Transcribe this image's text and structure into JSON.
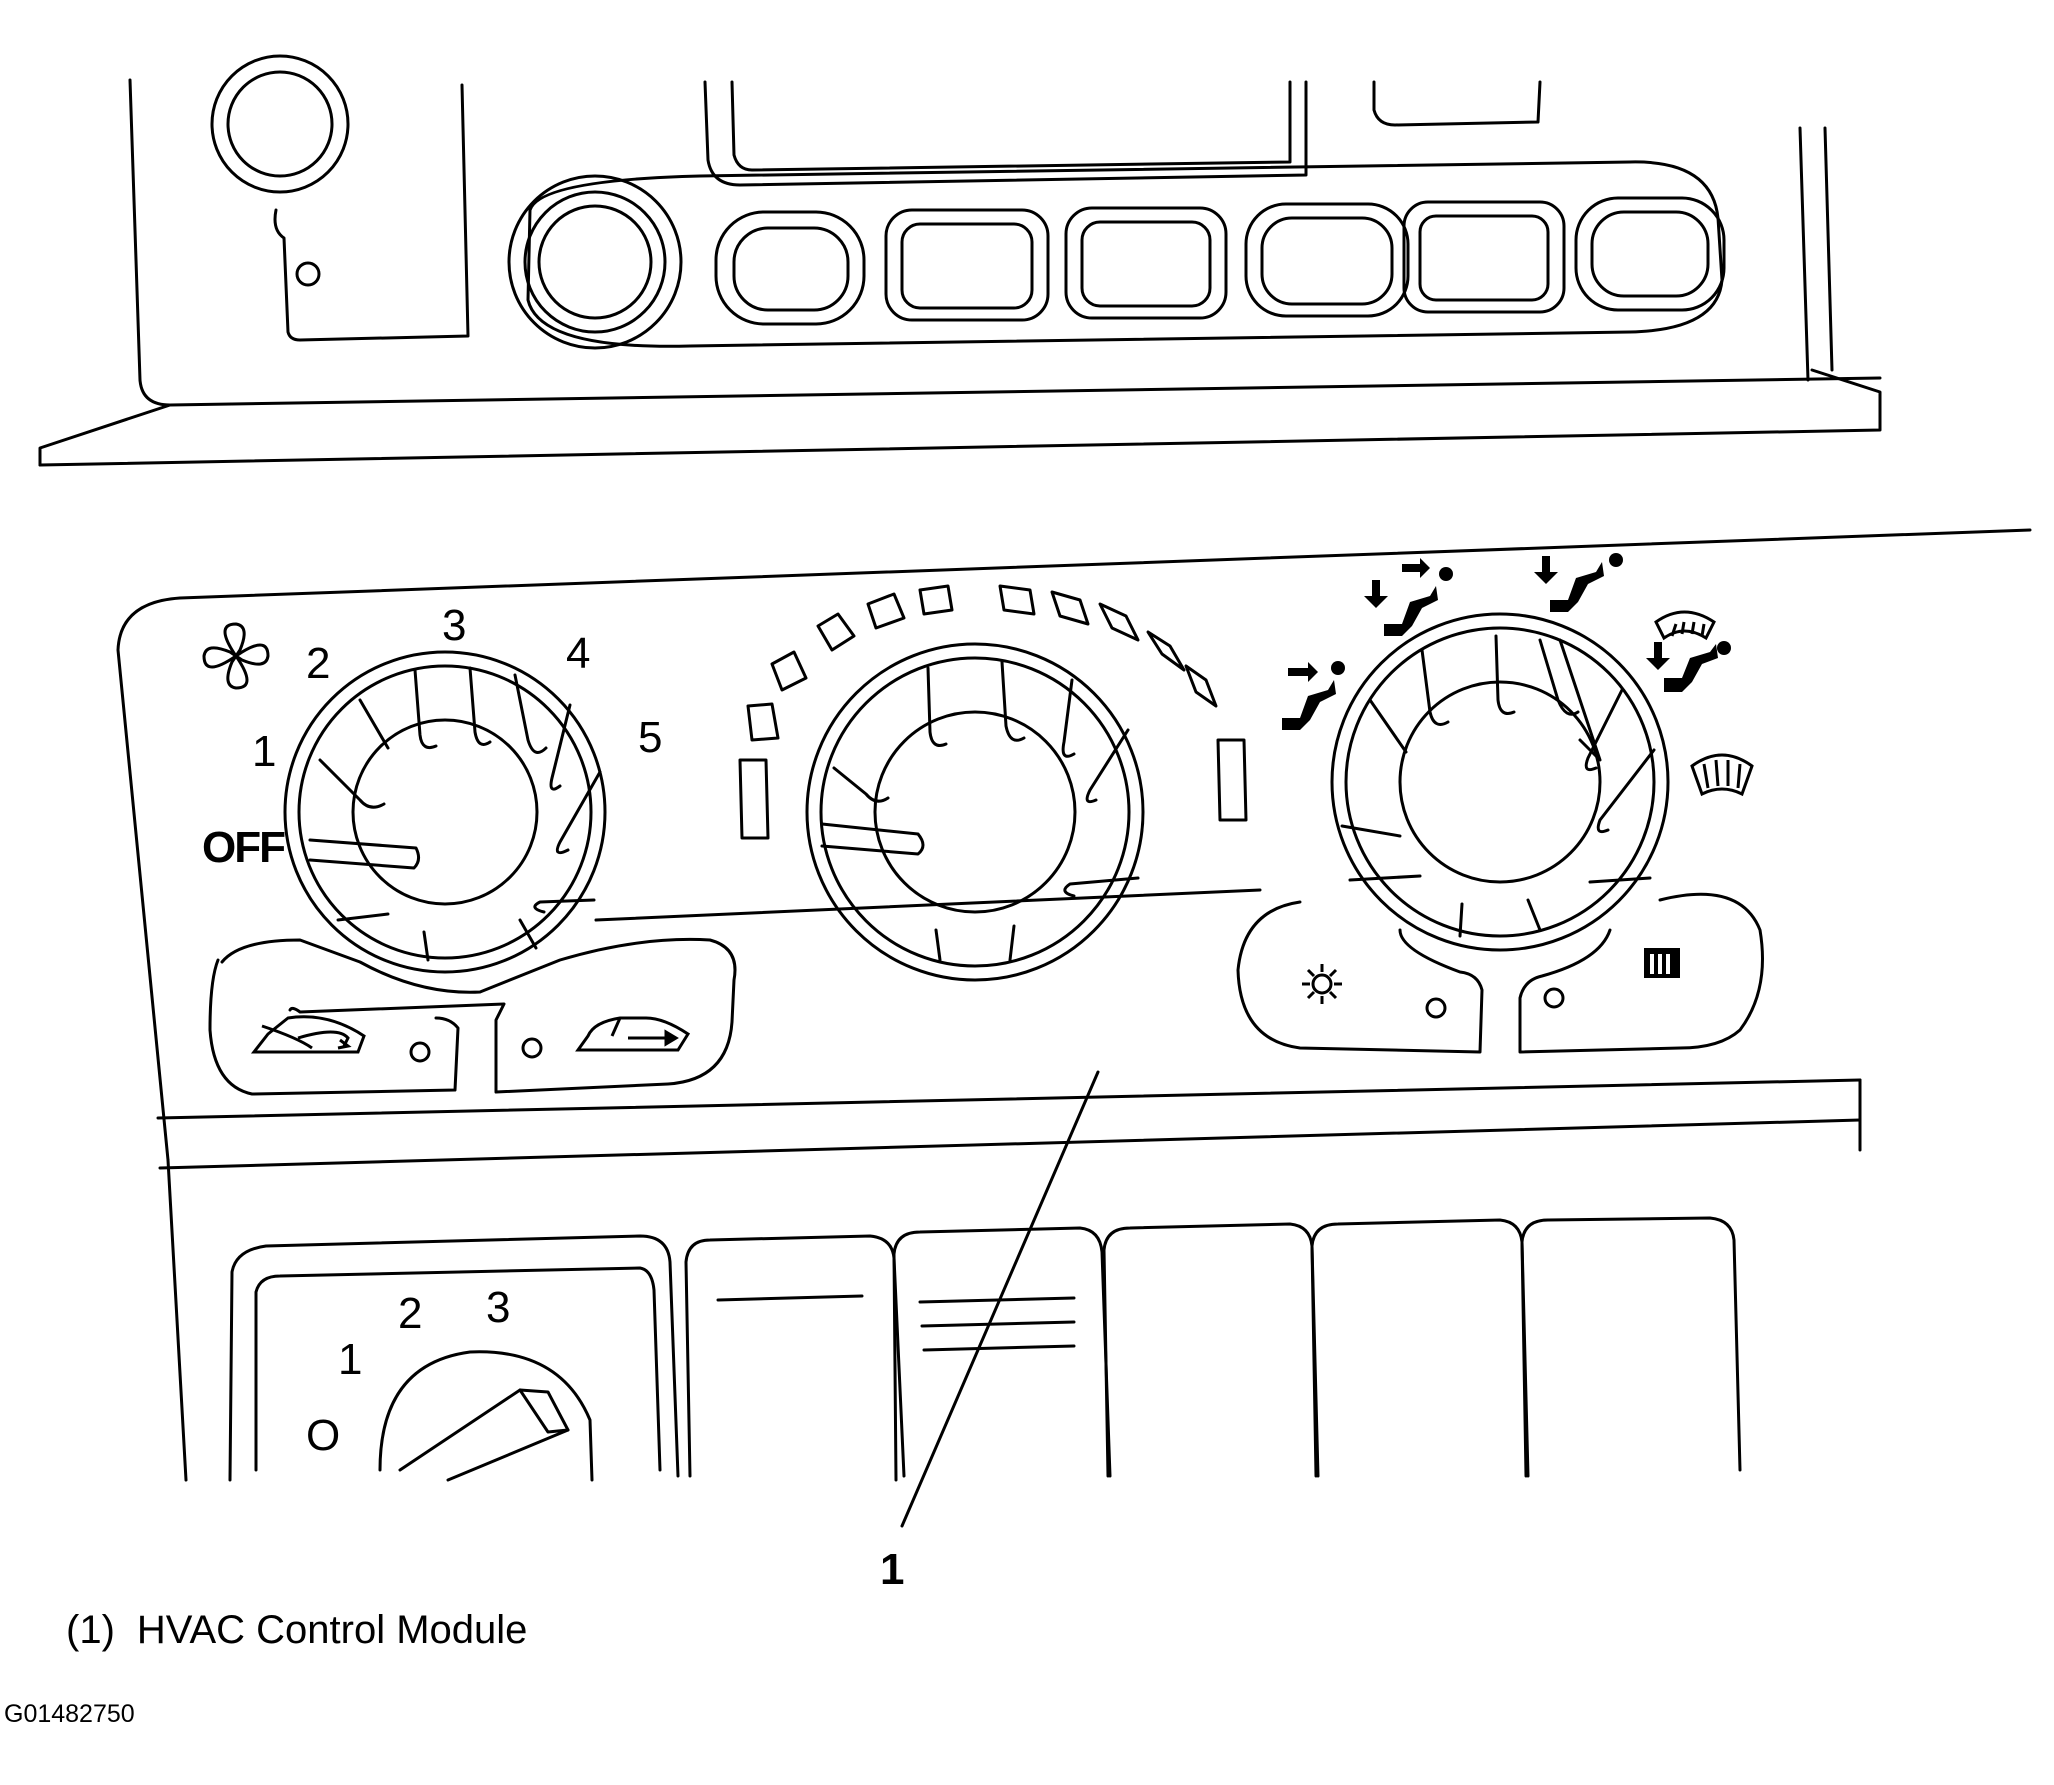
{
  "fan_symbol": "fan-icon",
  "fan_speed": {
    "off": "OFF",
    "s1": "1",
    "s2": "2",
    "s3": "3",
    "s4": "4",
    "s5": "5"
  },
  "lower_knob": {
    "o": "O",
    "s1": "1",
    "s2": "2",
    "s3": "3"
  },
  "mode_icons": [
    "face-vent-icon",
    "bilevel-icon",
    "floor-icon",
    "floor-defrost-icon",
    "defrost-icon"
  ],
  "button_icons": [
    "recirculation-icon",
    "fresh-air-icon",
    "ac-icon",
    "rear-defrost-icon"
  ],
  "callout": {
    "number": "1"
  },
  "legend": {
    "number": "(1)",
    "label": "HVAC Control Module"
  },
  "figure_id": "G01482750"
}
